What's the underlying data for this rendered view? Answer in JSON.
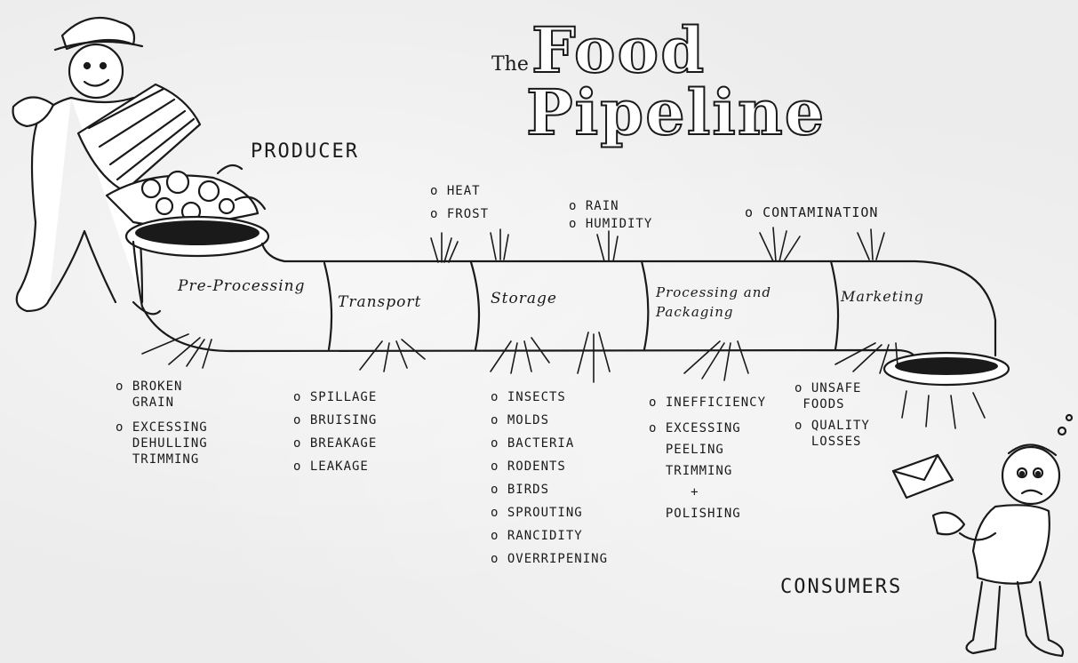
{
  "title": {
    "prefix": "The",
    "line1": "Food",
    "line2": "Pipeline"
  },
  "producer_label": "Producer",
  "consumers_label": "Consumers",
  "stages": [
    "Pre-Processing",
    "Transport",
    "Storage",
    "Processing and Packaging",
    "Marketing"
  ],
  "top_factors": {
    "heat_frost": [
      "Heat",
      "Frost"
    ],
    "rain_humidity": [
      "Rain",
      "Humidity"
    ],
    "contamination": [
      "Contamination"
    ]
  },
  "bottom_losses": {
    "pre_processing": [
      "Broken\n  Grain",
      "Excessing\n  Dehulling\n  Trimming"
    ],
    "transport": [
      "Spillage",
      "Bruising",
      "Breakage",
      "Leakage"
    ],
    "storage": [
      "Insects",
      "Molds",
      "Bacteria",
      "Rodents",
      "Birds",
      "Sprouting",
      "Rancidity",
      "Overripening"
    ],
    "processing": [
      "Inefficiency",
      "Excessing\n  Peeling\n  Trimming\n     +\n  Polishing"
    ],
    "marketing": [
      "Unsafe\n Foods",
      "Quality\n  Losses"
    ]
  },
  "colors": {
    "ink": "#1a1a1a",
    "paper": "#ececec"
  }
}
